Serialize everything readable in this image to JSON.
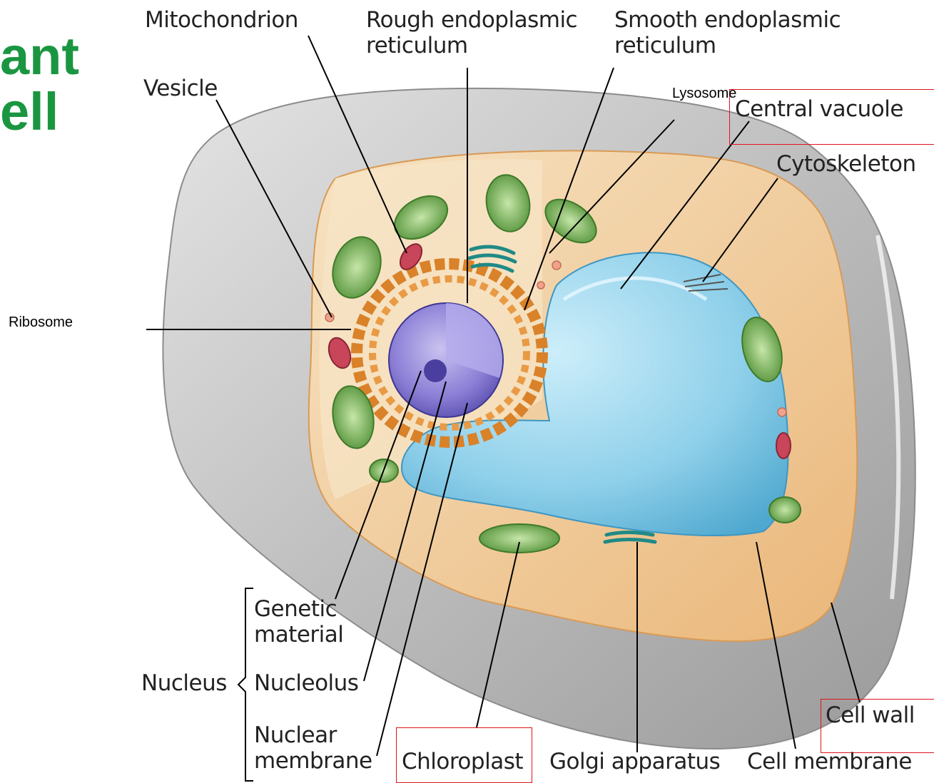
{
  "title": {
    "line1": "ant",
    "line2": "ell",
    "color": "#1a9641"
  },
  "labels": {
    "mitochondrion": "Mitochondrion",
    "rough_er": "Rough endoplasmic reticulum",
    "smooth_er": "Smooth endoplasmic reticulum",
    "vesicle": "Vesicle",
    "lysosome": "Lysosome",
    "central_vacuole": "Central vacuole",
    "cytoskeleton": "Cytoskeleton",
    "ribosome": "Ribosome",
    "genetic_material": "Genetic material",
    "nucleus": "Nucleus",
    "nucleolus": "Nucleolus",
    "nuclear_membrane": "Nuclear membrane",
    "chloroplast": "Chloroplast",
    "golgi": "Golgi apparatus",
    "cell_membrane": "Cell membrane",
    "cell_wall": "Cell wall"
  },
  "highlight_color": "#e0141b",
  "colors": {
    "cell_wall": "#c9c9c9",
    "cytoplasm": "#f3cf9c",
    "vacuole": "#8fd0ea",
    "nucleus": "#7f72c9",
    "rough_er": "#e08a2e",
    "chloroplast": "#6fae4a",
    "mitochondrion": "#c8455a"
  }
}
